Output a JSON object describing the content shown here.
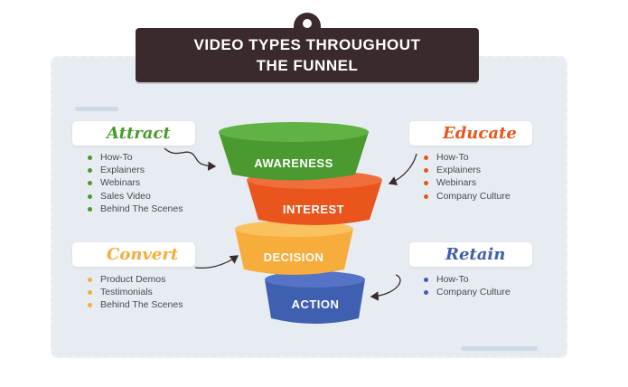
{
  "title": {
    "line1": "VIDEO TYPES THROUGHOUT",
    "line2": "THE FUNNEL"
  },
  "funnel": {
    "stages": [
      {
        "label": "AWARENESS",
        "color": "#4a9a2f"
      },
      {
        "label": "INTEREST",
        "color": "#e9551c"
      },
      {
        "label": "DECISION",
        "color": "#f6ad3b"
      },
      {
        "label": "ACTION",
        "color": "#3f5fb0"
      }
    ]
  },
  "groups": {
    "attract": {
      "label": "Attract",
      "color": "#4a9a2f",
      "items": [
        "How-To",
        "Explainers",
        "Webinars",
        "Sales Video",
        "Behind The Scenes"
      ]
    },
    "educate": {
      "label": "Educate",
      "color": "#e9551c",
      "items": [
        "How-To",
        "Explainers",
        "Webinars",
        "Company Culture"
      ]
    },
    "convert": {
      "label": "Convert",
      "color": "#f6ad3b",
      "items": [
        "Product Demos",
        "Testimonials",
        "Behind The Scenes"
      ]
    },
    "retain": {
      "label": "Retain",
      "color": "#3f5fb0",
      "items": [
        "How-To",
        "Company Culture"
      ]
    }
  },
  "colors": {
    "title_bg": "#3a2a2c",
    "panel_bg": "#e7ecf3",
    "arrow": "#3a2a2c"
  }
}
